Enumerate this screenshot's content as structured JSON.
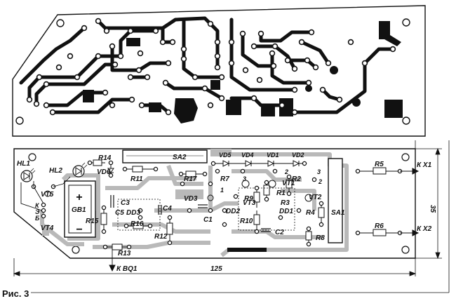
{
  "figure": {
    "caption": "Рис. 3"
  },
  "colors": {
    "ink": "#111111",
    "pad_fill": "#ffffff",
    "copper_gray": "#b9b9b9",
    "paper": "#ffffff"
  },
  "top_board": {
    "view": "copper-side"
  },
  "bottom_board": {
    "view": "component-side",
    "labels": {
      "hl1": "HL1",
      "hl2": "HL2",
      "r14": "R14",
      "vd6": "VD6",
      "sa2": "SA2",
      "vd5": "VD5",
      "vd4": "VD4",
      "vd1": "VD1",
      "vd2": "VD2",
      "r11": "R11",
      "r17": "R17",
      "r7": "R7",
      "r2": "R2",
      "r1": "R1",
      "vt1": "VT1",
      "vt2": "VT2",
      "vt3": "VT3",
      "vt4": "VT4",
      "vt5": "VT5",
      "k_e_b_1": "К",
      "k_e_b_2": "Э",
      "k_e_b_3": "Б",
      "gb1": "GB1",
      "plus": "+",
      "minus": "−",
      "c3": "C3",
      "c4": "C4",
      "c1": "C1",
      "c2": "C2",
      "c5": "C5",
      "dd3": "DD3",
      "dd2": "DD2",
      "dd1": "DD1",
      "vd3": "VD3",
      "r15": "R15",
      "r16": "R16",
      "r12": "R12",
      "r13": "R13",
      "r9": "R9",
      "r10": "R10",
      "r3": "R3",
      "r4": "R4",
      "r8": "R8",
      "sa1": "SA1",
      "r5": "R5",
      "r6": "R6",
      "kx1": "К Х1",
      "kx2": "К Х2",
      "kbq1": "К BQ1",
      "n1": "1",
      "n2": "2",
      "n3": "3",
      "n3b": "3",
      "n2b": "2"
    },
    "dimensions": {
      "width": "125",
      "height": "35"
    }
  }
}
